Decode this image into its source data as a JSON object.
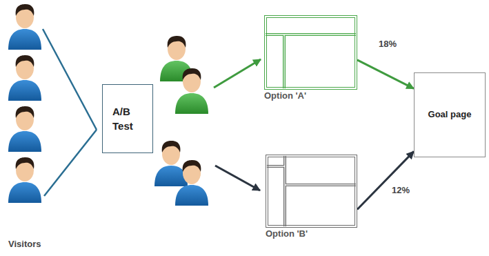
{
  "diagram": {
    "nodes": [
      {
        "text": [
          "A/B Test"
        ]
      },
      {
        "text": [
          "Option 'A'"
        ]
      },
      {
        "text": [
          "Option 'B'"
        ]
      },
      {
        "text": [
          "Goal page"
        ]
      }
    ],
    "edges": [
      {
        "from": 1,
        "to": 3,
        "arrow": "to",
        "label": "18%"
      },
      {
        "from": 2,
        "to": 3,
        "arrow": "to",
        "label": "12%"
      }
    ],
    "labels": [
      "Visitors"
    ]
  }
}
